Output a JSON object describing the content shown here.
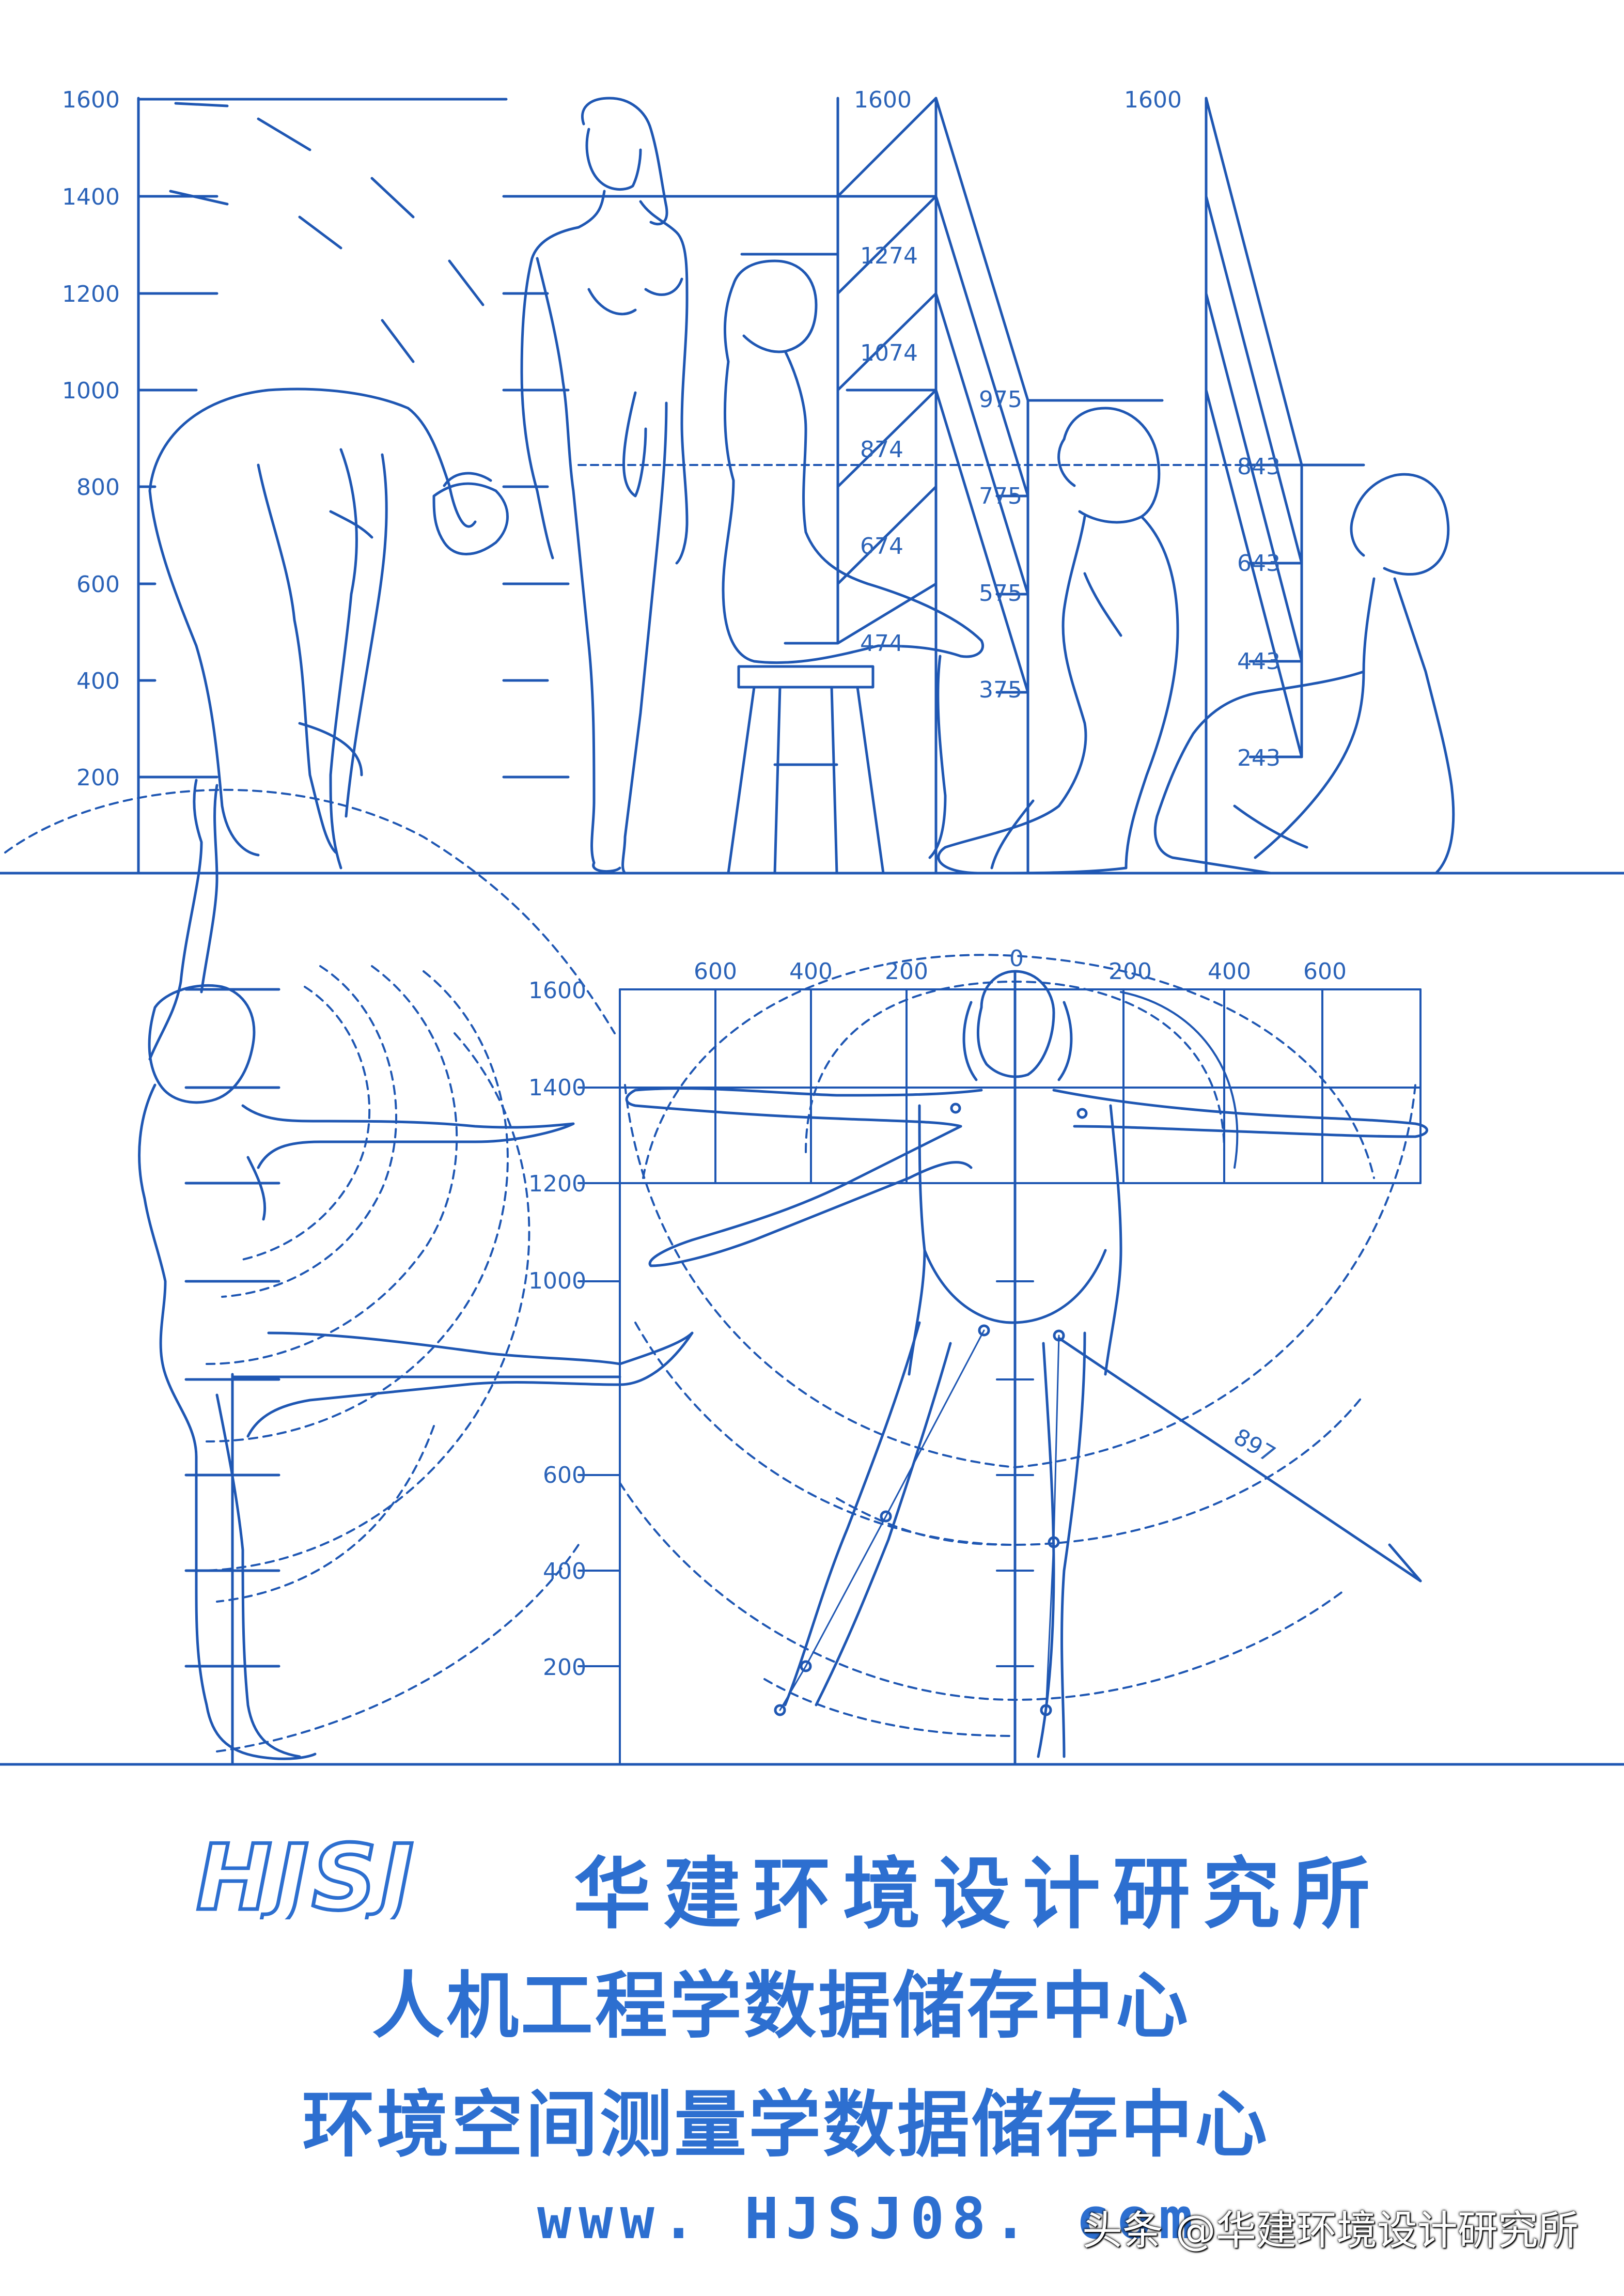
{
  "top_panel": {
    "axis_ticks": [
      "1600",
      "1400",
      "1200",
      "1000",
      "800",
      "600",
      "400",
      "200"
    ],
    "middle_axis_top": "1600",
    "right_axis_top": "1600",
    "seated_dims": [
      "1274",
      "1074",
      "874",
      "674",
      "474"
    ],
    "stool_dims": [
      "975",
      "775",
      "575",
      "375"
    ],
    "floor_dims": [
      "843",
      "643",
      "443",
      "243"
    ]
  },
  "bottom_panel": {
    "axis_ticks": [
      "1600",
      "1400",
      "1200",
      "1000",
      "600",
      "400",
      "200"
    ],
    "x_ticks": [
      "600",
      "400",
      "200",
      "0",
      "200",
      "400",
      "600"
    ],
    "reach_dim": "897"
  },
  "banner": {
    "logo_text": "HJSJ",
    "org_name": "华建环境设计研究所",
    "line2": "人机工程学数据储存中心",
    "line3": "环境空间测量学数据储存中心",
    "url": "www. HJSJ08. com"
  },
  "watermark": "头条 @华建环境设计研究所",
  "colors": {
    "line": "#1f57b3",
    "text": "#2b63b8",
    "banner": "#2d6fd0"
  }
}
